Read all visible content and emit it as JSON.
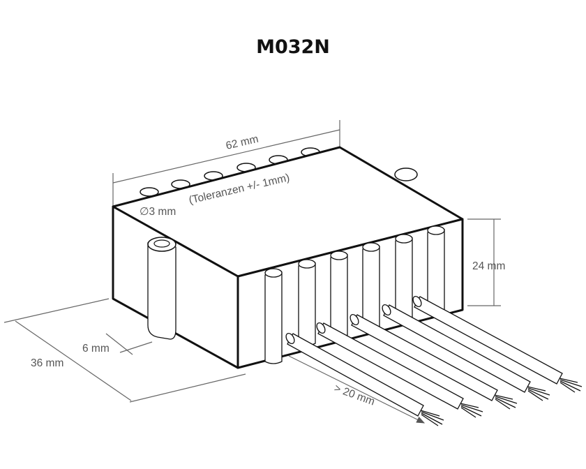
{
  "title": "M032N",
  "labels": {
    "length": "62 mm",
    "tolerance": "(Toleranzen +/- 1mm)",
    "hole": "∅3 mm",
    "height": "24 mm",
    "mount": "6 mm",
    "depth": "36 mm",
    "wires": "> 20 mm"
  },
  "wire_count": 5,
  "colors": {
    "outline": "#111111",
    "dimension": "#666666",
    "text": "#555555"
  }
}
